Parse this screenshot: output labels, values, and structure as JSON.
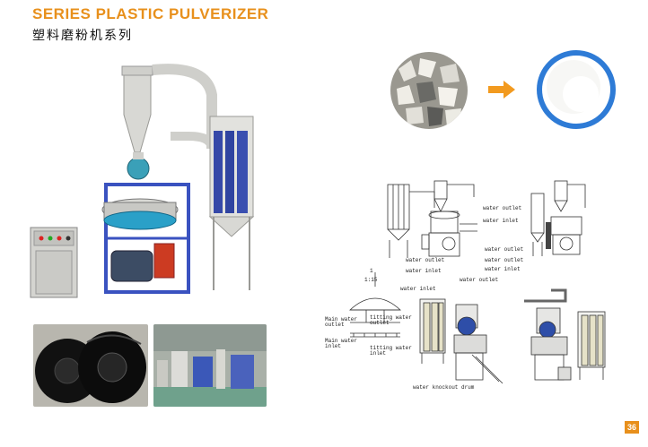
{
  "header": {
    "title": "SERIES PLASTIC PULVERIZER",
    "subtitle": "塑料磨粉机系列"
  },
  "process": {
    "arrow_color": "#f29a1f"
  },
  "diagram": {
    "labels": {
      "water_outlet_1": "water outlet",
      "water_inlet_1": "water inlet",
      "water_outlet_2": "water outlet",
      "water_outlet_3": "water outlet",
      "water_inlet_2": "water inlet",
      "water_outlet_4": "water outlet",
      "water_inlet_3": "water inlet",
      "water_inlet_4": "water inlet",
      "water_outlet_5": "water outlet",
      "ratio": "1:15",
      "ratio_top": "1",
      "main_water_outlet": "Main water\noutlet",
      "titting_water_outlet": "titting water\noutlet",
      "main_water_inlet": "Main water\ninlet",
      "titting_water_inlet": "titting water\ninlet",
      "knockout_drum": "water knockout drum"
    }
  },
  "footer": {
    "page_number": "36",
    "accent": "#e8901c"
  }
}
